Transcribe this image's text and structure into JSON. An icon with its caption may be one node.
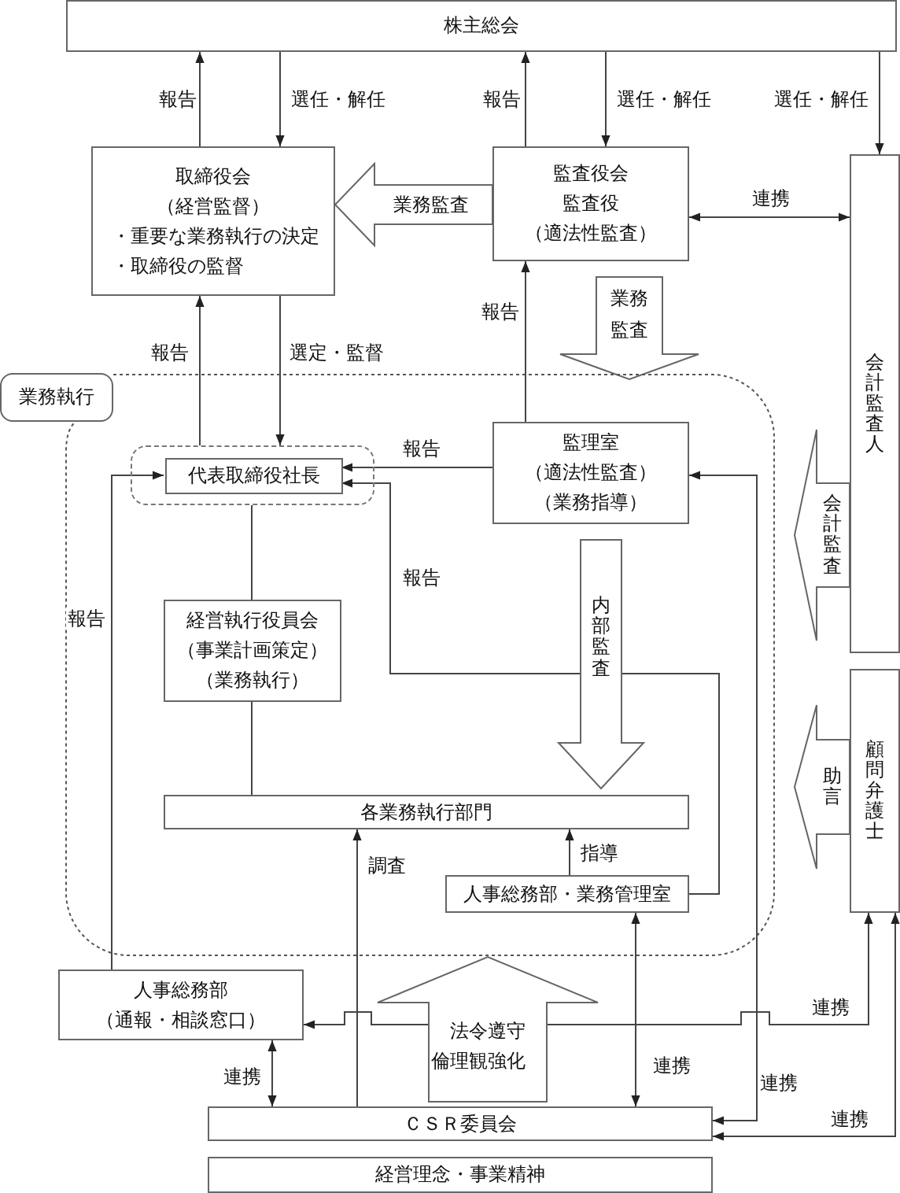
{
  "diagram": {
    "nodes": [
      {
        "text": [
          "株主総会"
        ]
      },
      {
        "text": [
          "取締役会",
          "（経営監督）",
          "・重要な業務執行の決定",
          "・取締役の監督"
        ]
      },
      {
        "text": [
          "監査役会",
          "監査役",
          "（適法性監査）"
        ]
      },
      {
        "text": [
          "会計監査人"
        ]
      },
      {
        "text": [
          "業務執行"
        ]
      },
      {
        "text": [],
        "shape": "box",
        "in": 4
      },
      {
        "text": [
          "代表取締役社長"
        ],
        "in": 5
      },
      {
        "text": [
          "監理室",
          "（適法性監査）",
          "（業務指導）"
        ],
        "in": 4
      },
      {
        "text": [
          "経営執行役員会",
          "（事業計画策定）",
          "（業務執行）"
        ],
        "in": 4
      },
      {
        "text": [
          "顧問弁護士"
        ]
      },
      {
        "text": [
          "各業務執行部門"
        ],
        "in": 4
      },
      {
        "text": [
          "人事総務部・業務管理室"
        ],
        "in": 4
      },
      {
        "text": [
          "人事総務部",
          "（通報・相談窓口）"
        ]
      },
      {
        "text": [
          "ＣＳＲ委員会"
        ]
      },
      {
        "text": [
          "経営理念・事業精神"
        ]
      }
    ],
    "edges": [
      {
        "from": 1,
        "to": 0,
        "arrow": "to",
        "label": "報告"
      },
      {
        "from": 0,
        "to": 1,
        "arrow": "to",
        "label": "選任・解任"
      },
      {
        "from": 2,
        "to": 0,
        "arrow": "to",
        "label": "報告"
      },
      {
        "from": 0,
        "to": 2,
        "arrow": "to",
        "label": "選任・解任"
      },
      {
        "from": 0,
        "to": 3,
        "arrow": "to",
        "label": "選任・解任"
      },
      {
        "from": 2,
        "to": 1,
        "arrow": "to",
        "label": "業務監査",
        "style": "thick"
      },
      {
        "from": 2,
        "to": 3,
        "arrow": "both",
        "label": "連携"
      },
      {
        "from": 5,
        "to": 1,
        "arrow": "to",
        "label": "報告"
      },
      {
        "from": 1,
        "to": 5,
        "arrow": "to",
        "label": "選定・監督"
      },
      {
        "from": 7,
        "to": 2,
        "arrow": "to",
        "label": "報告"
      },
      {
        "from": 2,
        "to": 4,
        "arrow": "to",
        "label": "業務監査",
        "style": "thick"
      },
      {
        "from": 7,
        "to": 6,
        "arrow": "to",
        "label": "報告"
      },
      {
        "from": 3,
        "to": 4,
        "arrow": "to",
        "label": "会計監査",
        "style": "thick"
      },
      {
        "from": 11,
        "to": 6,
        "arrow": "to",
        "label": "報告"
      },
      {
        "from": 5,
        "to": 8,
        "arrow": "none"
      },
      {
        "from": 12,
        "to": 6,
        "arrow": "to",
        "label": "報告"
      },
      {
        "from": 9,
        "to": 4,
        "arrow": "to",
        "label": "助言",
        "style": "thick"
      },
      {
        "from": 8,
        "to": 10,
        "arrow": "none"
      },
      {
        "from": 7,
        "to": 10,
        "arrow": "to",
        "label": "内部監査",
        "style": "thick"
      },
      {
        "from": 11,
        "to": 10,
        "arrow": "to",
        "label": "指導"
      },
      {
        "from": 13,
        "to": 10,
        "arrow": "to",
        "label": "調査"
      },
      {
        "from": 12,
        "to": 9,
        "arrow": "both",
        "label": "連携"
      },
      {
        "from": 13,
        "to": 4,
        "arrow": "to",
        "label": "法令遵守倫理観強化",
        "style": "thick"
      },
      {
        "from": 12,
        "to": 13,
        "arrow": "both",
        "label": "連携"
      },
      {
        "from": 11,
        "to": 13,
        "arrow": "both",
        "label": "連携"
      },
      {
        "from": 7,
        "to": 13,
        "arrow": "both",
        "label": "連携"
      },
      {
        "from": 9,
        "to": 13,
        "arrow": "both",
        "label": "連携"
      }
    ]
  }
}
